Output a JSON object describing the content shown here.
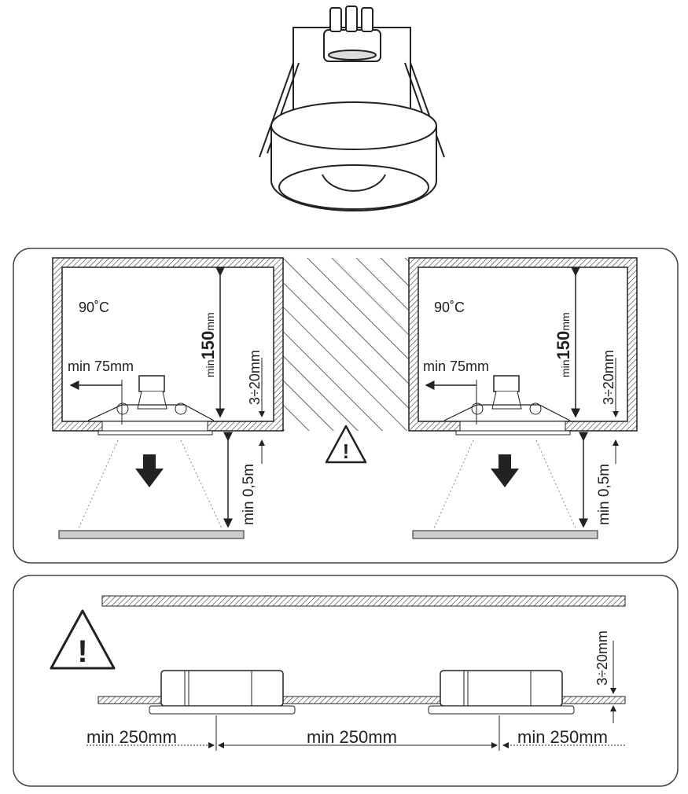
{
  "box_left": {
    "temperature": "90˚C",
    "min_prefix": "min",
    "height_value": "150",
    "height_unit": "mm",
    "gap": "3÷20mm",
    "side_clearance": "min 75mm",
    "distance_below": "min 0,5m"
  },
  "box_right": {
    "temperature": "90˚C",
    "min_prefix": "min",
    "height_value": "150",
    "height_unit": "mm",
    "gap": "3÷20mm",
    "side_clearance": "min 75mm",
    "distance_below": "min 0,5m"
  },
  "warning_mark": "!",
  "spacing": {
    "left": "min 250mm",
    "middle": "min 250mm",
    "right": "min 250mm",
    "gap": "3÷20mm"
  }
}
